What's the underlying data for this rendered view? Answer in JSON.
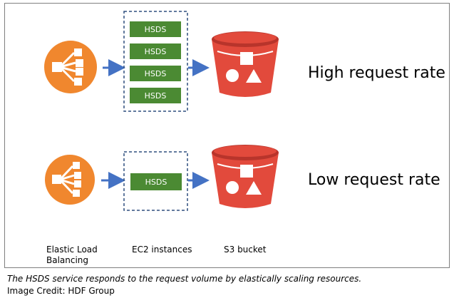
{
  "rows": [
    {
      "label": "High request rate",
      "instances": [
        "HSDS",
        "HSDS",
        "HSDS",
        "HSDS"
      ]
    },
    {
      "label": "Low request rate",
      "instances": [
        "HSDS"
      ]
    }
  ],
  "columns": {
    "elb_line1": "Elastic Load",
    "elb_line2": "Balancing",
    "ec2": "EC2 instances",
    "s3": "S3 bucket"
  },
  "caption": {
    "text": "The HSDS service responds to the request volume by elastically scaling resources.",
    "credit": "Image Credit: HDF Group"
  },
  "colors": {
    "elb_orange": "#f0872e",
    "hsds_green": "#4b8a33",
    "bucket_red": "#e24a3c",
    "bucket_dark": "#b8342b",
    "arrow_blue": "#4472c4",
    "dash_navy": "#2f4f7f"
  },
  "icons": [
    "load-balancer-icon",
    "s3-bucket-icon",
    "arrow-right-icon"
  ]
}
